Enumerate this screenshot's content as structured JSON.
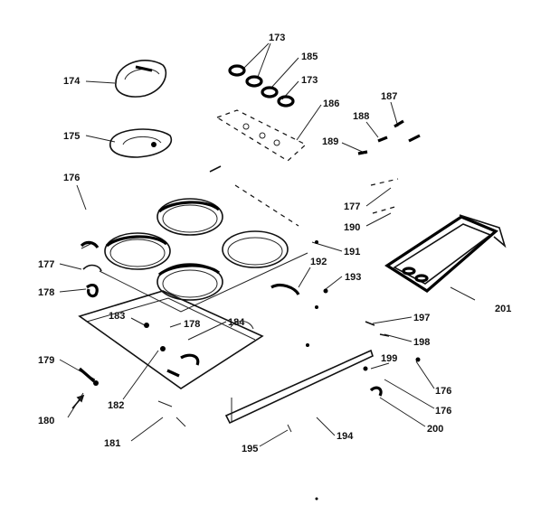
{
  "callouts": {
    "c173a": "173",
    "c185": "185",
    "c173b": "173",
    "c174": "174",
    "c186": "186",
    "c187": "187",
    "c188": "188",
    "c175": "175",
    "c189": "189",
    "c176a": "176",
    "c177a": "177",
    "c190": "190",
    "c191": "191",
    "c177b": "177",
    "c192": "192",
    "c193": "193",
    "c178a": "178",
    "c201": "201",
    "c183": "183",
    "c178b": "178",
    "c184": "184",
    "c197": "197",
    "c198": "198",
    "c179": "179",
    "c199": "199",
    "c176b": "176",
    "c182": "182",
    "c176c": "176",
    "c180": "180",
    "c200": "200",
    "c181": "181",
    "c194": "194",
    "c195": "195"
  }
}
